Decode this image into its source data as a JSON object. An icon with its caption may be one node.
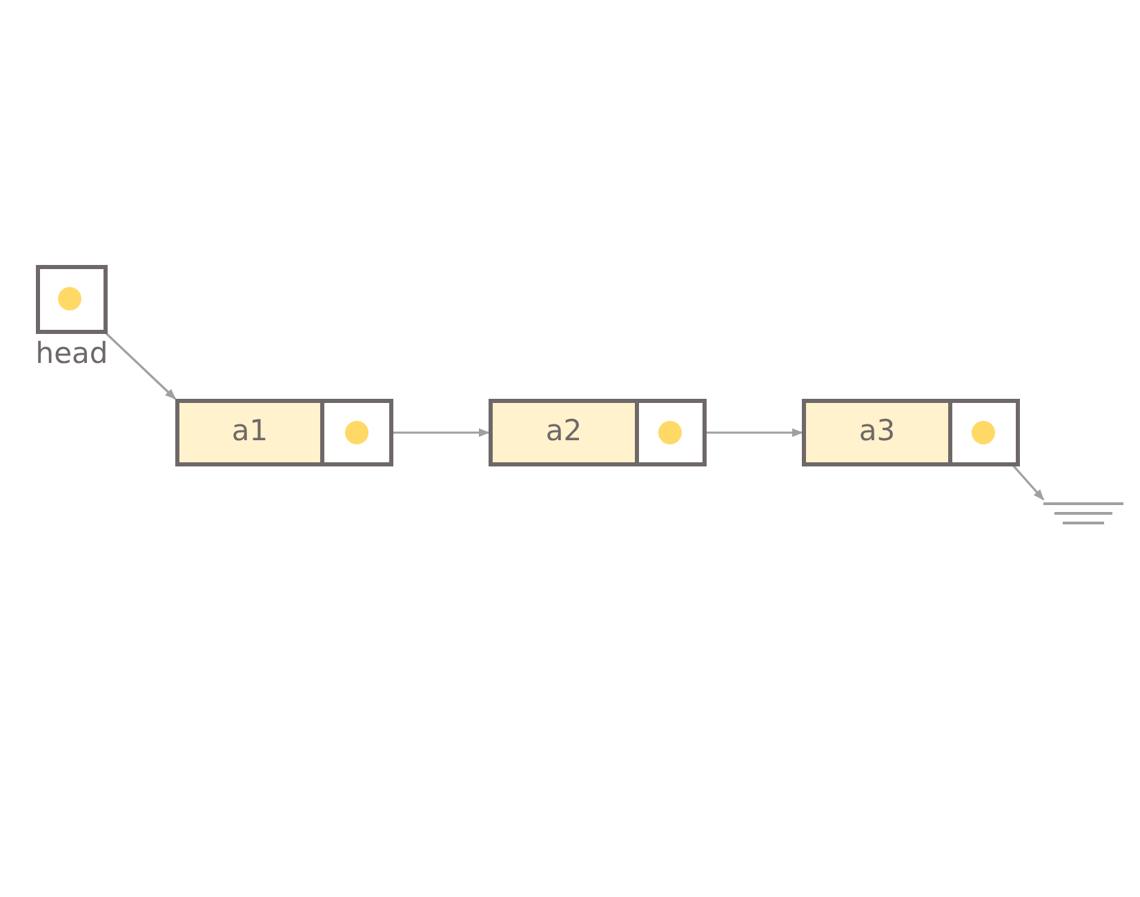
{
  "diagram": {
    "nodes": [
      {
        "text": [
          "head"
        ]
      },
      {
        "text": [
          "a1"
        ]
      },
      {
        "text": [],
        "shape": "box"
      },
      {
        "text": [
          "a2"
        ]
      },
      {
        "text": [],
        "shape": "box"
      },
      {
        "text": [
          "a3"
        ]
      },
      {
        "text": [],
        "shape": "box"
      },
      {
        "text": [],
        "shape": "ground"
      }
    ],
    "edges": [
      {
        "from": 0,
        "to": 1,
        "arrow": "to"
      },
      {
        "from": 2,
        "to": 3,
        "arrow": "to"
      },
      {
        "from": 4,
        "to": 5,
        "arrow": "to"
      },
      {
        "from": 6,
        "to": 7,
        "arrow": "to"
      }
    ]
  }
}
